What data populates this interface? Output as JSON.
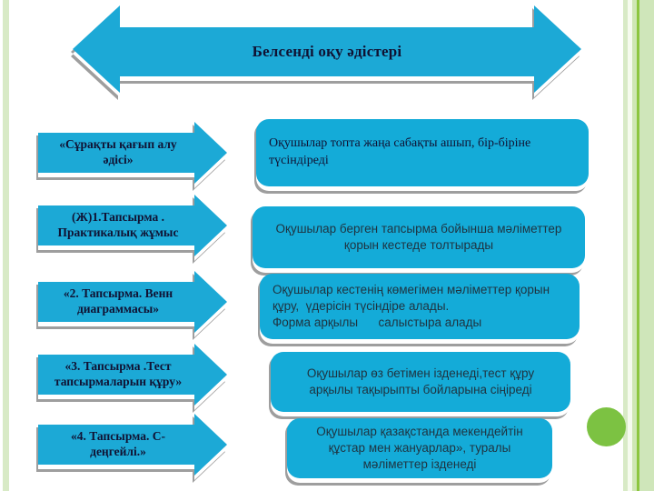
{
  "slide": {
    "banner": {
      "title": "Белсенді оқу әдістері"
    },
    "rows": [
      {
        "arrow_label": "«Сұрақты қағып алу әдісі»",
        "box_text": "Оқушылар топта жаңа сабақты ашып, бір-біріне түсіндіреді"
      },
      {
        "arrow_label": "(Ж)1.Тапсырма . Практикалық жұмыс",
        "box_text": "Оқушылар берген тапсырма бойынша  мәліметтер қорын кестеде  толтырады"
      },
      {
        "arrow_label": "«2. Тапсырма. Венн диаграммасы»",
        "box_text": "Оқушылар кестенің көмегімен мәліметтер қорын\nқұру,  үдерісін түсіндіре алады.\nФорма арқылы      салыстыра алады"
      },
      {
        "arrow_label": "«3. Тапсырма .Тест тапсырмаларын құру»",
        "box_text": "Оқушылар өз бетімен ізденеді,тест құру арқылы тақырыпты бойларына сіңіреді"
      },
      {
        "arrow_label": "«4. Тапсырма. С- деңгейлі.»",
        "box_text": "Оқушылар  қазақстанда мекендейтін құстар мен жануарлар», туралы  мәліметтер ізденеді"
      }
    ]
  },
  "theme": {
    "shape_fill": "#1ca9d6",
    "box_fill": "#14abd8",
    "serif_text": "#101233",
    "sans_text": "#1f3340",
    "border_pale_green": "#d8eac6",
    "border_bright_green": "#8dc63f",
    "circle_green": "#7cc242",
    "shadow_gray": "#9e9e9e"
  }
}
